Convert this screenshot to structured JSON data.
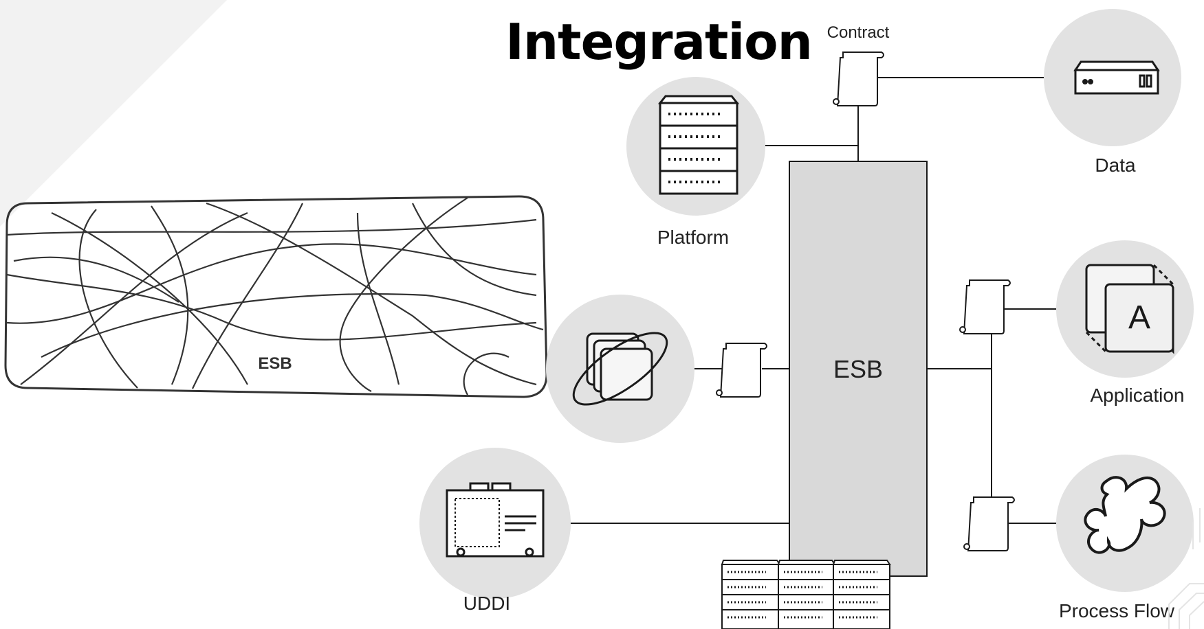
{
  "title": "Integration",
  "bus": {
    "label": "ESB"
  },
  "tangle": {
    "label": "ESB"
  },
  "contract": {
    "label": "Contract"
  },
  "nodes": {
    "platform": {
      "label": "Platform",
      "icon": "server-rack-icon"
    },
    "data": {
      "label": "Data",
      "icon": "storage-device-icon"
    },
    "application": {
      "label": "Application",
      "icon": "application-window-icon"
    },
    "process_flow": {
      "label": "Process Flow",
      "icon": "puzzle-piece-icon"
    },
    "uddi": {
      "label": "UDDI",
      "icon": "registry-card-icon"
    },
    "service": {
      "label": "",
      "icon": "orbit-cards-icon"
    }
  },
  "colors": {
    "node_fill": "#e2e2e2",
    "bus_fill": "#d9d9d9",
    "stroke": "#1a1a1a"
  }
}
